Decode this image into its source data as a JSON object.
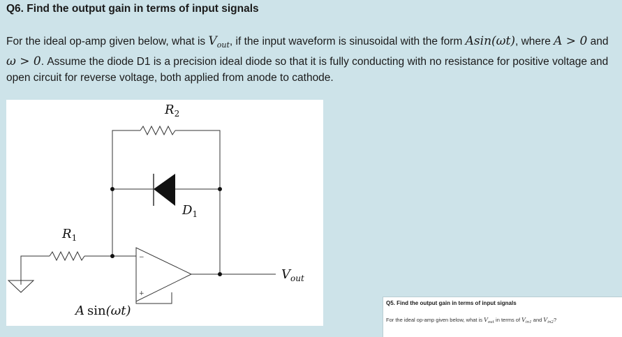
{
  "question": {
    "title": "Q6. Find the output gain in terms of input signals",
    "text_1": "For the ideal op-amp given below, what is ",
    "vout_symbol": "V",
    "vout_subscript": "out",
    "text_2": ", if the input waveform is sinusoidal with the form ",
    "waveform_expr": "Asin(ωt)",
    "text_3": ", where ",
    "cond_a": "A > 0",
    "text_4": " and ",
    "cond_w": "ω > 0",
    "text_5": ". Assume the diode D1 is a precision ideal diode so that it is fully conducting with no resistance for positive voltage and open circuit for reverse voltage, both applied from anode to cathode."
  },
  "circuit": {
    "r2_label": "R",
    "r2_sub": "2",
    "d1_label": "D",
    "d1_sub": "1",
    "r1_label": "R",
    "r1_sub": "1",
    "vout_label": "V",
    "vout_sub": "out",
    "input_label_a": "A",
    "input_label_func": "sin",
    "input_label_arg": "(ωt)",
    "minus_sign": "−",
    "plus_sign": "+"
  },
  "next_question_preview": {
    "title": "Q5. Find the output gain in terms of input signals",
    "text_1": "For the ideal op-amp given below, what is ",
    "v": "V",
    "vout_sub": "out",
    "text_2": " in terms of ",
    "vin1_sub": "in1",
    "text_3": " and ",
    "vin2_sub": "in2",
    "text_4": "?"
  }
}
